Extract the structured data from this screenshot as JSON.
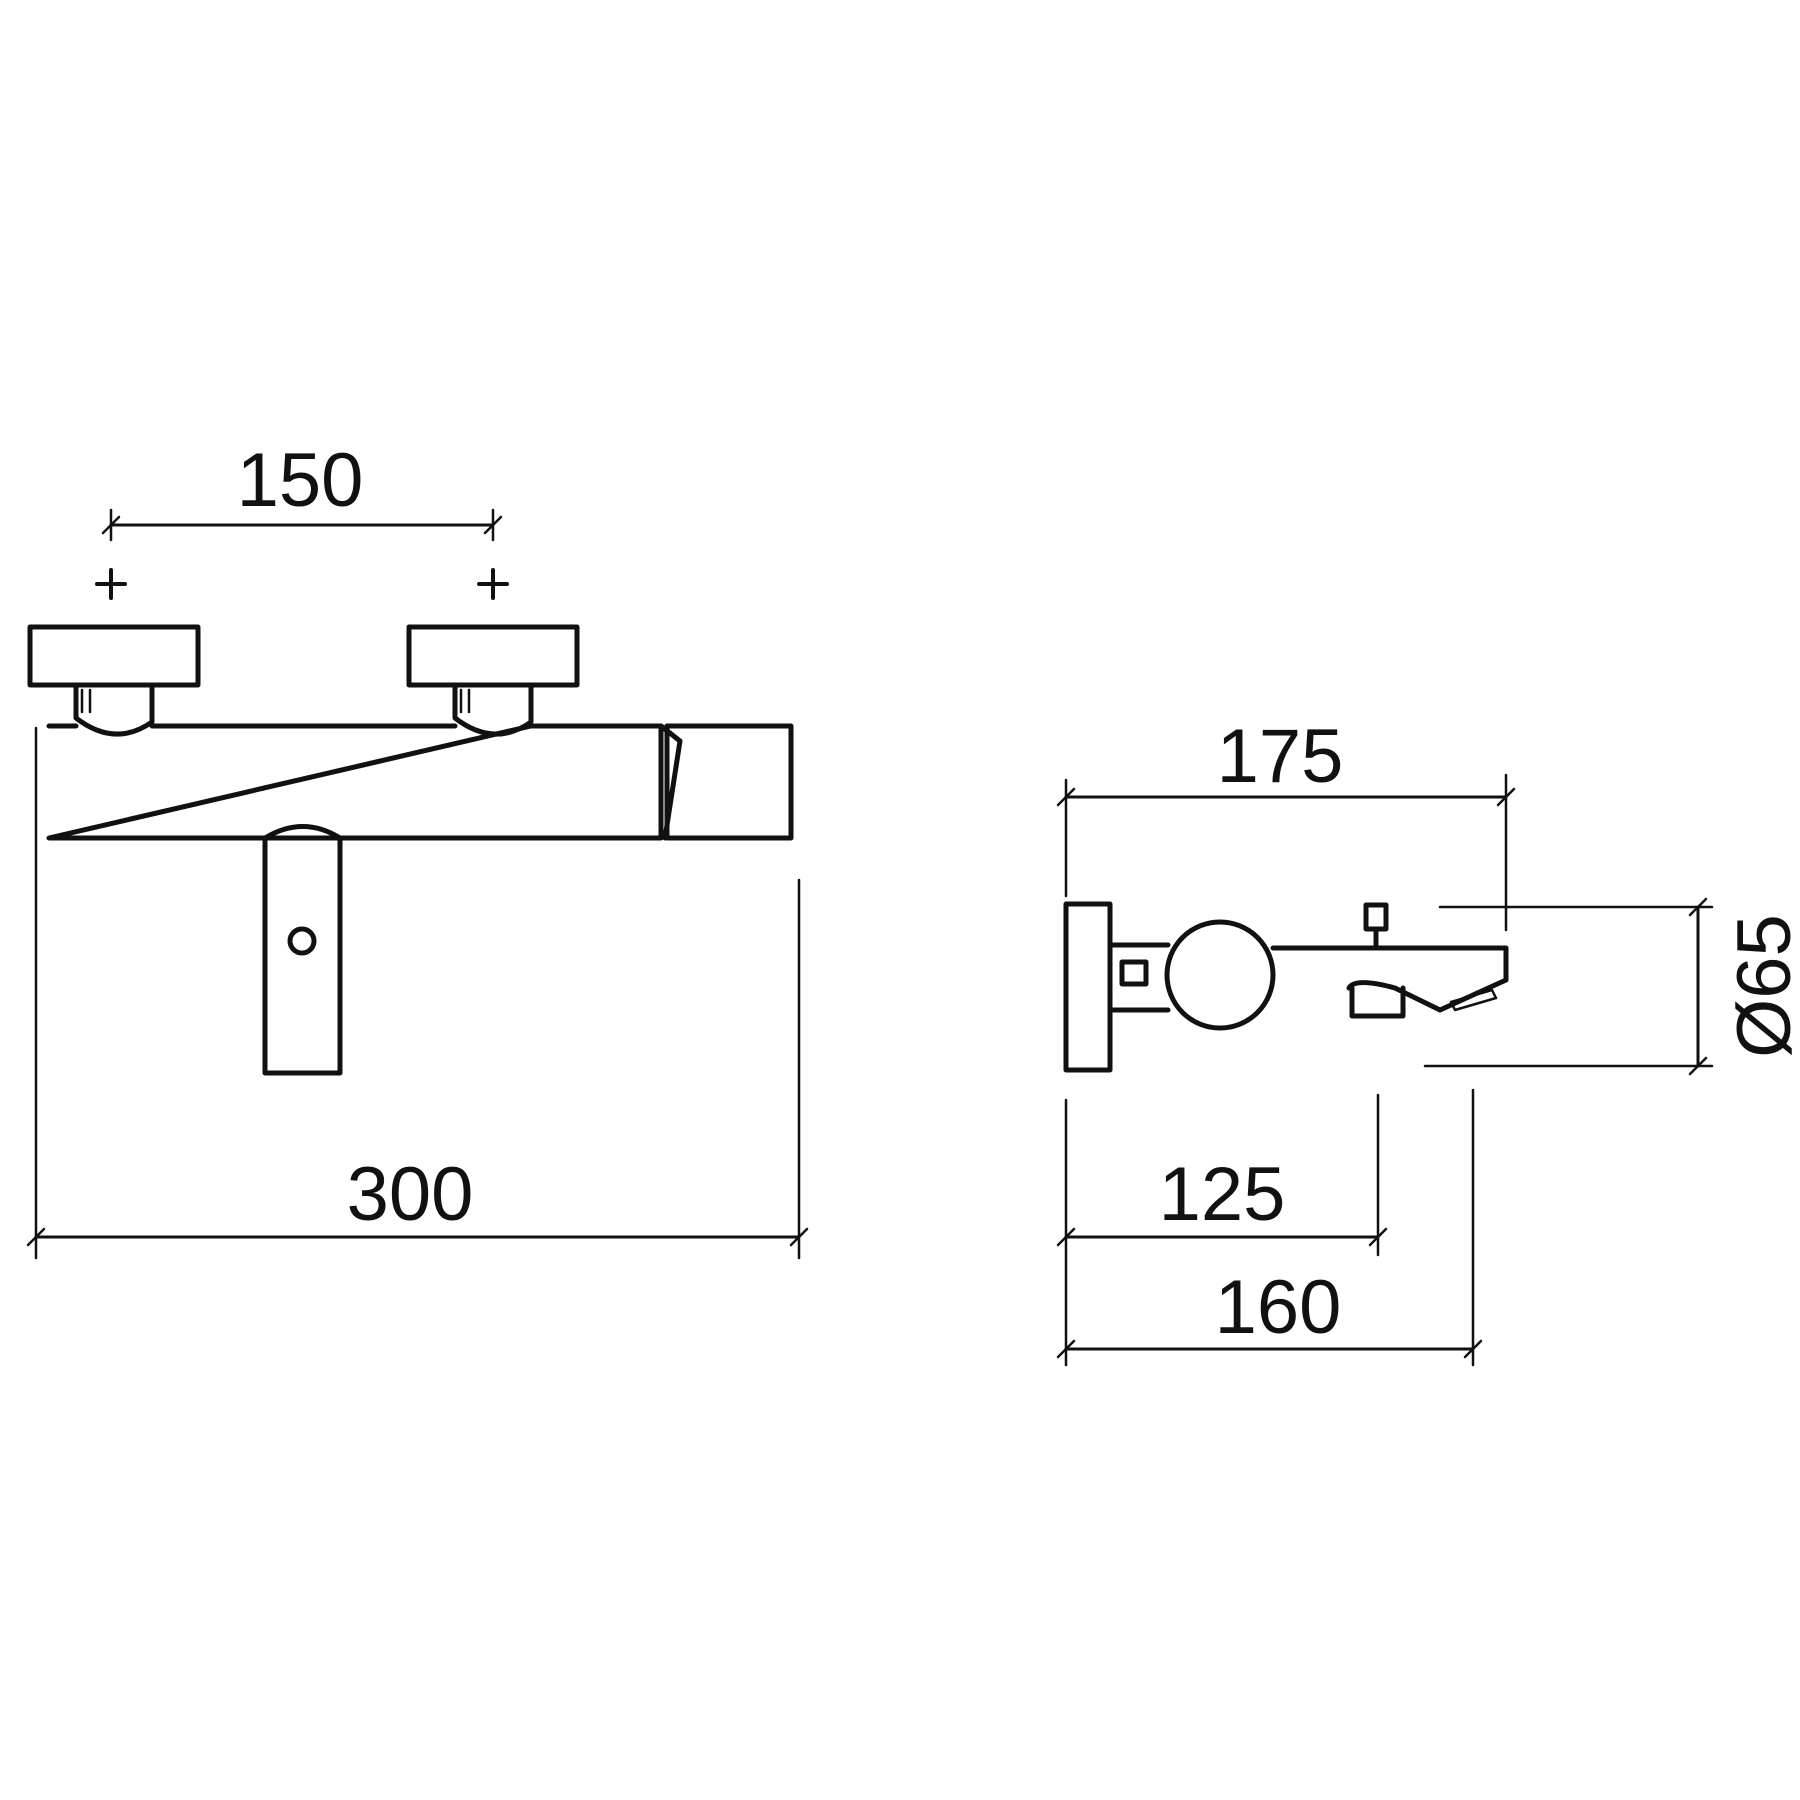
{
  "front_view": {
    "dim_handle_spacing": "150",
    "dim_overall_width": "300"
  },
  "side_view": {
    "dim_projection": "175",
    "dim_mounting_depth": "125",
    "dim_total_depth": "160",
    "dim_diameter": "Ø65"
  }
}
